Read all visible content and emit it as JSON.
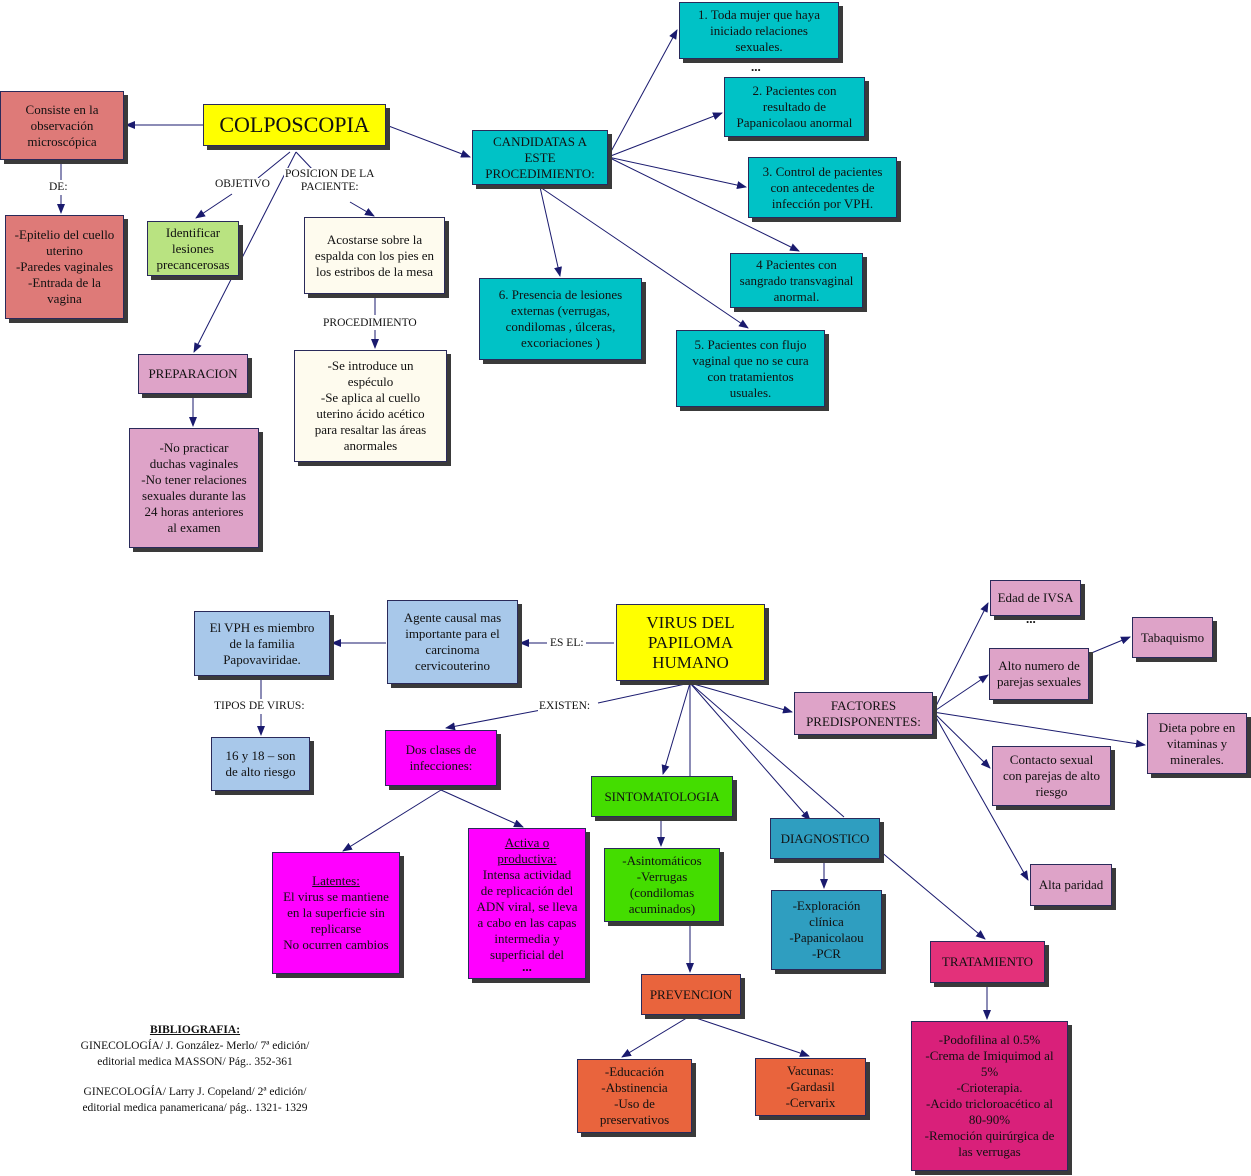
{
  "colors": {
    "salmon": "#de7a78",
    "yellow": "#ffff00",
    "light_green": "#b9e381",
    "cream": "#fefbee",
    "pink_light": "#dea3c8",
    "teal": "#00c2c6",
    "light_blue": "#a8c8ea",
    "magenta": "#ff00ff",
    "green": "#44dd00",
    "steel_blue": "#2f9ec0",
    "orange": "#e9643d",
    "crimson": "#e3317a",
    "deep_pink": "#d9207a"
  },
  "colposcopia": {
    "title": "COLPOSCOPIA",
    "consiste": [
      "Consiste en la",
      "observación",
      "microscópica"
    ],
    "de_label": "DE:",
    "epitelio": [
      "-Epitelio del cuello",
      "uterino",
      "-Paredes vaginales",
      "-Entrada de la",
      "vagina"
    ],
    "objetivo_label": "OBJETIVO",
    "identificar": [
      "Identificar",
      "lesiones",
      "precancerosas"
    ],
    "posicion_label": [
      "POSICION DE LA",
      "PACIENTE:"
    ],
    "acostarse": [
      "Acostarse sobre la",
      "espalda con los pies en",
      "los estribos de la mesa"
    ],
    "procedimiento_label": "PROCEDIMIENTO",
    "procedimiento": [
      "-Se introduce un",
      "espéculo",
      "-Se aplica al cuello",
      "uterino ácido acético",
      "para resaltar las áreas",
      "anormales"
    ],
    "preparacion_title": "PREPARACION",
    "preparacion": [
      "-No practicar",
      "duchas vaginales",
      "-No tener relaciones",
      "sexuales durante las",
      "24 horas anteriores",
      "al examen"
    ],
    "candidatas": [
      "CANDIDATAS A",
      "ESTE",
      "PROCEDIMIENTO:"
    ],
    "c1": [
      "1. Toda mujer que haya",
      "iniciado relaciones",
      "sexuales."
    ],
    "c1_more": "...",
    "c2": [
      "2. Pacientes con",
      "resultado de",
      "Papanicolaou anormal"
    ],
    "c3": [
      "3. Control de pacientes",
      "con antecedentes de",
      "infección por VPH."
    ],
    "c4": [
      "4 Pacientes con",
      "sangrado transvaginal",
      "anormal."
    ],
    "c5": [
      "5. Pacientes con flujo",
      "vaginal que no se cura",
      "con tratamientos",
      "usuales."
    ],
    "c6": [
      "6. Presencia de lesiones",
      "externas (verrugas,",
      "condilomas , úlceras,",
      "excoriaciones )"
    ]
  },
  "vph": {
    "title": [
      "VIRUS DEL",
      "PAPILOMA",
      "HUMANO"
    ],
    "es_el_label": "ES EL:",
    "agente": [
      "Agente causal mas",
      "importante para el",
      "carcinoma",
      "cervicouterino"
    ],
    "miembro": [
      "El  VPH es miembro",
      "de la familia",
      "Papovaviridae."
    ],
    "tipos_label": "TIPOS DE VIRUS:",
    "tipos": [
      "16 y 18 – son",
      "de alto riesgo"
    ],
    "existen_label": "EXISTEN:",
    "infecciones": [
      "Dos clases de",
      "infecciones:"
    ],
    "latentes_title": "Latentes:",
    "latentes": [
      "El virus se mantiene",
      "en la superficie sin",
      "replicarse",
      "No ocurren cambios"
    ],
    "activa_title": [
      "Activa o",
      "productiva:"
    ],
    "activa": [
      "Intensa actividad",
      "de replicación del",
      "ADN viral, se lleva",
      "a cabo en las capas",
      "intermedia y",
      "superficial del"
    ],
    "activa_more": "...",
    "sintomatologia_title": "SINTOMATOLOGIA",
    "sintomas": [
      "-Asintomáticos",
      "-Verrugas",
      "(condilomas",
      "acuminados)"
    ],
    "prevencion_title": "PREVENCION",
    "educacion": [
      "-Educación",
      "-Abstinencia",
      "-Uso de",
      "preservativos"
    ],
    "vacunas": [
      "Vacunas:",
      "-Gardasil",
      "-Cervarix"
    ],
    "diagnostico_title": "DIAGNOSTICO",
    "diagnostico": [
      "-Exploración",
      "clínica",
      "-Papanicolaou",
      "-PCR"
    ],
    "tratamiento_title": "TRATAMIENTO",
    "tratamiento": [
      "-Podofilina al 0.5%",
      "-Crema de Imiquimod al",
      "5%",
      "-Crioterapia.",
      "-Acido tricloroacético al",
      "80-90%",
      "-Remoción quirúrgica de",
      "las verrugas"
    ],
    "factores": [
      "FACTORES",
      "PREDISPONENTES:"
    ],
    "edad": "Edad de IVSA",
    "edad_more": "...",
    "alto_numero": [
      "Alto numero de",
      "parejas sexuales"
    ],
    "tabaquismo": "Tabaquismo",
    "dieta": [
      "Dieta pobre en",
      "vitaminas y",
      "minerales."
    ],
    "contacto": [
      "Contacto sexual",
      "con parejas de alto",
      "riesgo"
    ],
    "alta_paridad": "Alta paridad"
  },
  "bibliografia": {
    "title": "BIBLIOGRAFIA:",
    "ref1": [
      "GINECOLOGÍA/ J. González- Merlo/ 7ª edición/",
      "editorial medica MASSON/ Pág.. 352-361"
    ],
    "ref2": [
      "GINECOLOGÍA/ Larry J. Copeland/ 2ª edición/",
      "editorial medica panamericana/ pág.. 1321- 1329"
    ]
  }
}
